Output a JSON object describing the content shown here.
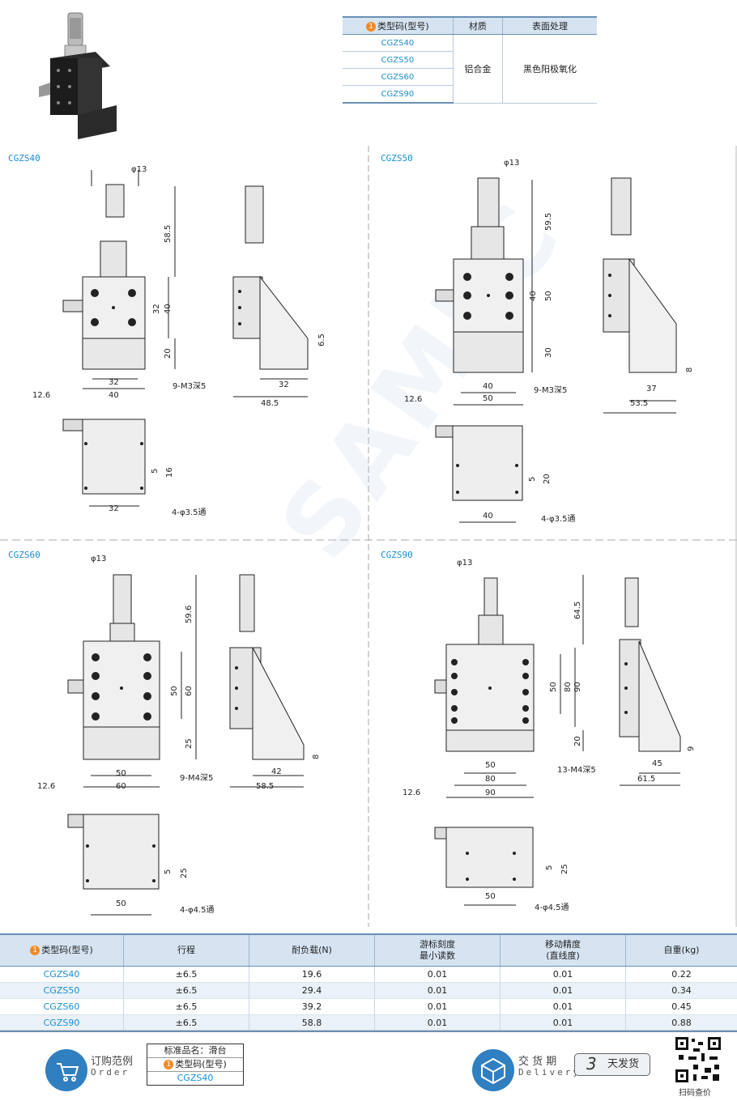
{
  "watermark": "SAMLC",
  "materials_table": {
    "headers": [
      "类型码(型号)",
      "材质",
      "表面处理"
    ],
    "badge": "1",
    "codes": [
      "CGZS40",
      "CGZS50",
      "CGZS60",
      "CGZS90"
    ],
    "material": "铝合金",
    "surface": "黑色阳极氧化"
  },
  "drawings": {
    "cgzs40": {
      "label": "CGZS40",
      "dims": [
        "φ13",
        "58.5",
        "32",
        "40",
        "20",
        "9-M3深5",
        "32",
        "40",
        "12.6",
        "6.5",
        "32",
        "48.5",
        "5",
        "16",
        "32",
        "4-φ3.5通"
      ]
    },
    "cgzs50": {
      "label": "CGZS50",
      "dims": [
        "φ13",
        "59.5",
        "40",
        "50",
        "30",
        "9-M3深5",
        "40",
        "50",
        "12.6",
        "8",
        "37",
        "53.5",
        "5",
        "20",
        "40",
        "4-φ3.5通"
      ]
    },
    "cgzs60": {
      "label": "CGZS60",
      "dims": [
        "φ13",
        "59.6",
        "50",
        "60",
        "25",
        "9-M4深5",
        "50",
        "60",
        "12.6",
        "8",
        "42",
        "58.5",
        "5",
        "25",
        "50",
        "4-φ4.5通"
      ]
    },
    "cgzs90": {
      "label": "CGZS90",
      "dims": [
        "φ13",
        "64.5",
        "50",
        "80",
        "90",
        "20",
        "13-M4深5",
        "50",
        "80",
        "90",
        "12.6",
        "9",
        "45",
        "61.5",
        "5",
        "25",
        "50",
        "4-φ4.5通"
      ]
    }
  },
  "spec_table": {
    "headers": [
      "类型码(型号)",
      "行程",
      "耐负载(N)",
      "游标刻度\n最小读数",
      "移动精度\n(直线度)",
      "自重(kg)"
    ],
    "rows": [
      [
        "CGZS40",
        "±6.5",
        "19.6",
        "0.01",
        "0.01",
        "0.22"
      ],
      [
        "CGZS50",
        "±6.5",
        "29.4",
        "0.01",
        "0.01",
        "0.34"
      ],
      [
        "CGZS60",
        "±6.5",
        "39.2",
        "0.01",
        "0.01",
        "0.45"
      ],
      [
        "CGZS90",
        "±6.5",
        "58.8",
        "0.01",
        "0.01",
        "0.88"
      ]
    ]
  },
  "footer": {
    "order_title": "订购范例",
    "order_sub": "Order",
    "order_box": [
      "标准品名：滑台",
      "类型码(型号)",
      "CGZS40"
    ],
    "delivery_title": "交 货 期",
    "delivery_sub": "Delivery",
    "delivery_days": "3",
    "delivery_unit": "天发货",
    "qr_caption": "扫码查价"
  }
}
